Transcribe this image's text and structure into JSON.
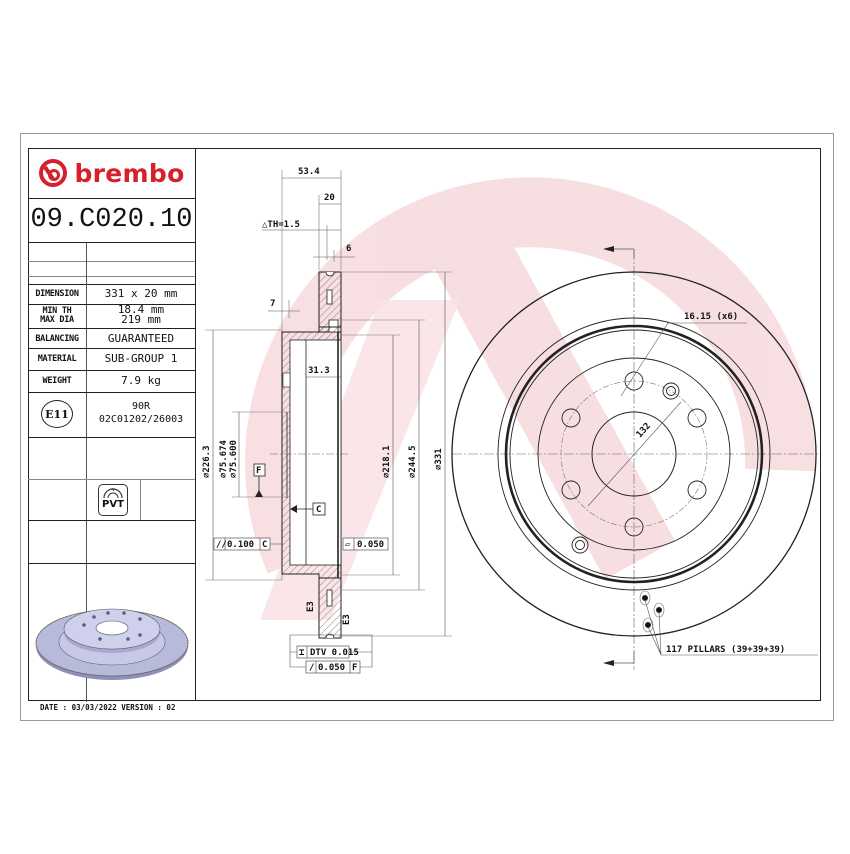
{
  "header": {
    "brand": "brembo",
    "part_number": "09.C020.10"
  },
  "specs": [
    {
      "label": "DIMENSION",
      "value": "331 x 20 mm"
    },
    {
      "label": "MIN TH",
      "label2": "MAX DIA",
      "value": "18.4 mm",
      "value2": "219 mm"
    },
    {
      "label": "BALANCING",
      "value": "GUARANTEED"
    },
    {
      "label": "MATERIAL",
      "value": "SUB-GROUP 1"
    },
    {
      "label": "WEIGHT",
      "value": "7.9 kg"
    },
    {
      "label": "E11",
      "value": "90R",
      "value2": "02C01202/26003"
    }
  ],
  "badges": {
    "pvt": "PVT"
  },
  "footer": {
    "date_line": "DATE : 03/03/2022 VERSION : 02"
  },
  "colors": {
    "brand_red": "#d6202a",
    "watermark": "#f6d8da",
    "line": "#222222"
  },
  "section_view": {
    "dims": {
      "overall_width": "53.4",
      "thickness": "20",
      "delta_th": "△TH=1.5",
      "pillar": "6",
      "hat_flange": "7",
      "hat_depth": "31.3",
      "d_hat": "⌀226.3",
      "d_bore_max": "⌀75.674",
      "d_bore_min": "⌀75.600",
      "d_inner": "⌀218.1",
      "d_friction": "⌀244.5",
      "d_outer": "⌀331"
    },
    "datums": {
      "f": "F",
      "c": "C"
    },
    "tolerances": {
      "parallelism": {
        "symbol": "//",
        "value": "0.100",
        "datum": "C"
      },
      "flatness": {
        "symbol": "▱",
        "value": "0.050"
      },
      "dtv": {
        "symbol": "⌶",
        "value": "DTV 0.015"
      },
      "runout": {
        "symbol": "/",
        "value": "0.050",
        "datum": "F"
      }
    },
    "surface_marks": [
      "E3",
      "E3"
    ]
  },
  "front_view": {
    "hole_dim": "16.15 (x6)",
    "pcd": "132",
    "pillars": "117 PILLARS (39+39+39)"
  }
}
